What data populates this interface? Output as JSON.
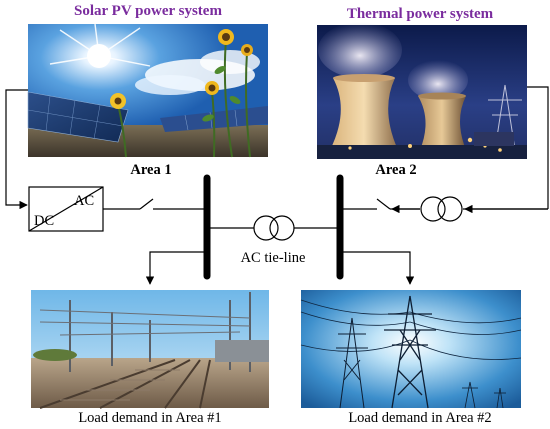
{
  "titles": {
    "solar": "Solar PV power system",
    "thermal": "Thermal power system"
  },
  "areas": {
    "area1": "Area 1",
    "area2": "Area 2"
  },
  "converter": {
    "dc": "DC",
    "ac": "AC"
  },
  "tie_line": "AC tie-line",
  "loads": {
    "area1": "Load demand in Area #1",
    "area2": "Load demand in Area #2"
  },
  "colors": {
    "title": "#7a2c9e",
    "line": "#000000"
  }
}
